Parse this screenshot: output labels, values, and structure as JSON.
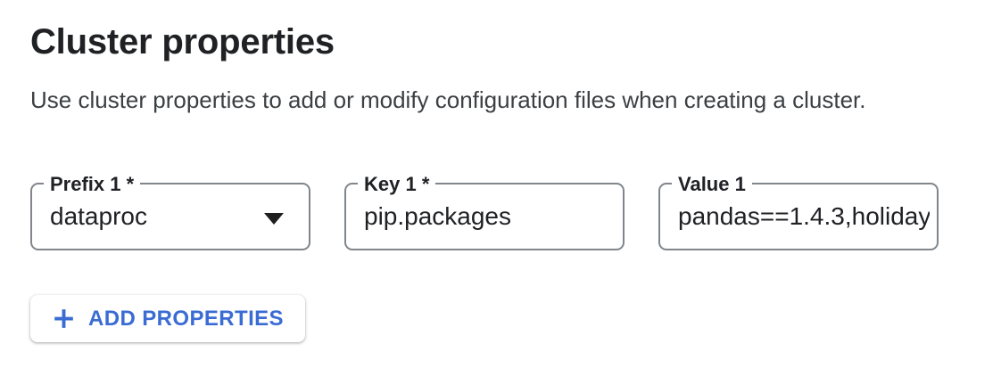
{
  "header": {
    "title": "Cluster properties",
    "description": "Use cluster properties to add or modify configuration files when creating a cluster."
  },
  "property_row": {
    "prefix": {
      "label": "Prefix 1 *",
      "value": "dataproc",
      "icon": "dropdown-arrow-icon"
    },
    "key": {
      "label": "Key 1 *",
      "value": "pip.packages"
    },
    "value": {
      "label": "Value 1",
      "value": "pandas==1.4.3,holiday"
    }
  },
  "actions": {
    "add_properties": {
      "label": "ADD PROPERTIES",
      "icon": "plus-icon"
    }
  },
  "colors": {
    "accent_blue": "#3b6cd4",
    "text_primary": "#202124",
    "text_secondary": "#3c4043",
    "field_border": "#80868b",
    "background": "#ffffff"
  }
}
